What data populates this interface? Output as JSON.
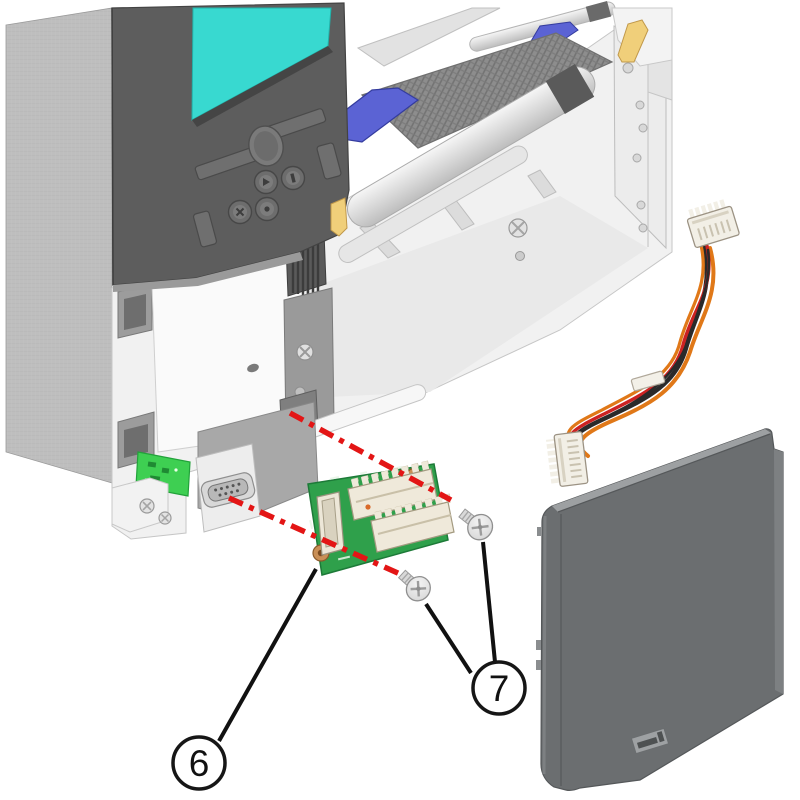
{
  "document": {
    "type": "exploded-parts-diagram",
    "subject": "Label printer service diagram: interface PCB (6) with mounting screws (7), wire harness and side cover"
  },
  "callouts": [
    {
      "number": "6",
      "part": "interface-pcb-assembly"
    },
    {
      "number": "7",
      "part": "pcb-mounting-screws",
      "count": 2
    }
  ],
  "parts": {
    "printer": "printer-front-assembly",
    "display": "control-panel-lcd",
    "platen": "platen-roller",
    "serial_port": "serial-connector",
    "pcb": "interface-pcb",
    "screws": "pan-head-screws",
    "harness": "power-wire-harness",
    "cover": "side-access-cover",
    "alignment": "red-dash-dot-alignment-lines"
  },
  "colors": {
    "background": "#ffffff",
    "screen_teal": "#38d9d0",
    "pcb_green": "#2fa04b",
    "alignment_red": "#e31515",
    "cover_gray": "#6b6e70",
    "wire_orange": "#e07818",
    "wire_red": "#cc2222",
    "wire_black": "#2a2a2a",
    "blue_parts": "#5b63d4",
    "yellow_parts": "#f0cf7a",
    "callout_stroke": "#161616"
  }
}
